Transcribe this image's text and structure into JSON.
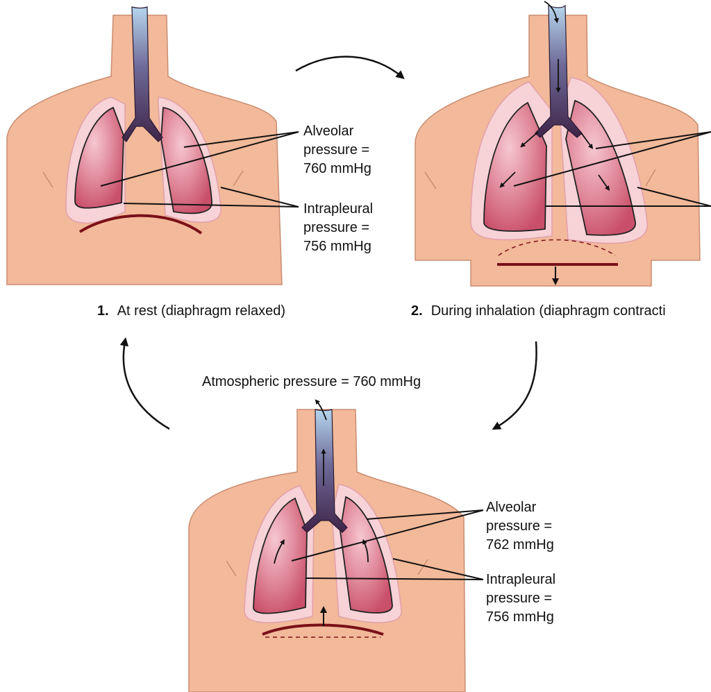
{
  "atmospheric": "Atmospheric pressure = 760 mmHg",
  "stages": [
    {
      "number": "1.",
      "caption": "At rest (diaphragm relaxed)",
      "alveolar": [
        "Alveolar",
        "pressure =",
        "760 mmHg"
      ],
      "intrapleural": [
        "Intrapleural",
        "pressure =",
        "756 mmHg"
      ]
    },
    {
      "number": "2.",
      "caption": "During inhalation (diaphragm contracti"
    },
    {
      "number": "",
      "caption": "",
      "alveolar": [
        "Alveolar",
        "pressure =",
        "762 mmHg"
      ],
      "intrapleural": [
        "Intrapleural",
        "pressure =",
        "756 mmHg"
      ]
    }
  ],
  "colors": {
    "skin": "#f2b99a",
    "skin_stroke": "#c98c6f",
    "pleura": "#f7d2d6",
    "lung": "#d9697c",
    "trachea_top": "#a8cbe6",
    "trachea_bottom": "#4a2a52",
    "diaphragm": "#7a1018"
  }
}
